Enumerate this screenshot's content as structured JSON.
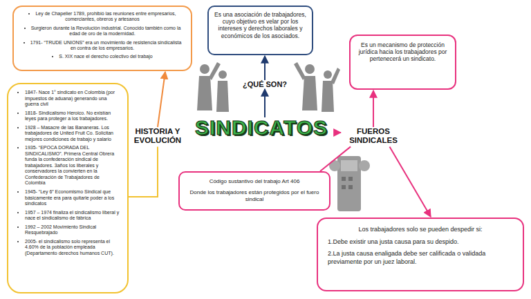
{
  "diagram": {
    "nodes": [
      {
        "text": [
          "Ley de Chapelier 1789, prohibió las reuniones entre empresarios, comerciantes, obreros y artesanos",
          "Surgieron durante la Revolución industrial. Conocido también como la edad de oro de la modernidad.",
          "1791- “TRUDE UNIONS” era un movimiento de resistencia sindicalista en contra de los empresarios.",
          "S. XIX nace el derecho colectivo del trabajo"
        ]
      },
      {
        "text": [
          "Es una asociación de trabajadores, cuyo objetivo es velar por los intereses y derechos laborales y económicos de los asociados."
        ]
      },
      {
        "text": [
          "Es un mecanismo de protección jurídica hacia los trabajadores por pertenecerá un sindicato."
        ]
      },
      {
        "text": [
          "¿QUÉ SON?"
        ]
      },
      {
        "text": [
          "HISTORIA Y EVOLUCIÓN"
        ]
      },
      {
        "text": [
          "SINDICATOS"
        ]
      },
      {
        "text": [
          "FUEROS SINDICALES"
        ]
      },
      {
        "text": [
          "1847- Nace 1° sindicato en Colombia (por impuestos de aduana) generando una guerra civil",
          "1818- Sindicalismo Heroico. No existían leyes para proteger a los trabajadores.",
          "1928 – Masacre de las Bananeras. Los trabajadores de United Fruit Co. Solicitan mejores condiciones de trabajo y salario",
          "1935- “EPOCA DORADA DEL SINDICALISMO”. Primera Central Obrera funda la confederación sindical de trabajadores. 3años los liberales y conservadores la convierten en la Confederación de Trabajadores de Colombia",
          "1945- “Ley 6” Economismo Sindical que básicamente era para quitarle poder a los sindicatos",
          "1957 – 1974 finaliza el sindicalismo liberal y nace el sindicalismo de fábrica",
          "1992 – 2002 Movimiento Sindical Resquebrajado",
          "2005- el sindicalismo solo representa el 4.60% de la población empleada (Departamento derechos humanos CUT)."
        ]
      },
      {
        "text": [
          "Código sustantivo del trabajo Art 406",
          "Donde los trabajadores están protegidos por el fuero sindical"
        ]
      },
      {
        "text": [
          "Los trabajadores solo se pueden despedir si:",
          "1.Debe existir una justa causa para su despido.",
          "2.La justa causa enaligada debe ser calificada o validada previamente por un juez laboral."
        ]
      }
    ],
    "edges": [
      {
        "from": 5,
        "to": 3,
        "arrow": "to"
      },
      {
        "from": 3,
        "to": 1,
        "arrow": "to"
      },
      {
        "from": 4,
        "to": 0,
        "arrow": "to"
      },
      {
        "from": 4,
        "to": 7,
        "arrow": "none"
      },
      {
        "from": 5,
        "to": 6,
        "arrow": "to"
      },
      {
        "from": 6,
        "to": 2,
        "arrow": "to"
      },
      {
        "from": 6,
        "to": 9,
        "arrow": "to"
      },
      {
        "from": 6,
        "to": 8,
        "arrow": "none"
      }
    ]
  }
}
